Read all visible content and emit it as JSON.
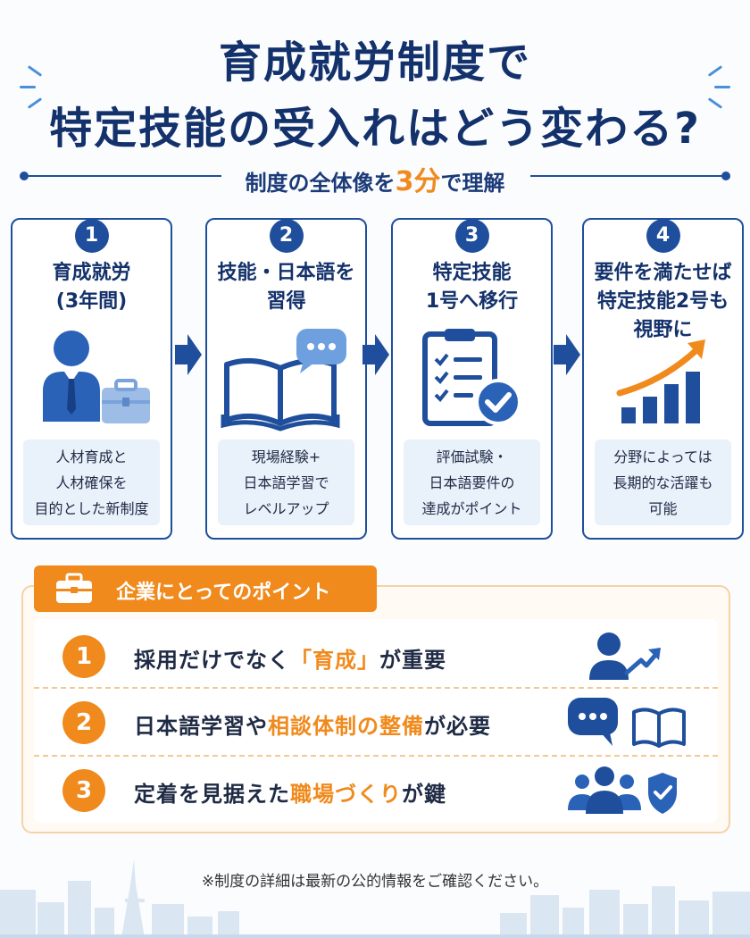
{
  "title": {
    "line1": "育成就労制度で",
    "line2": "特定技能の受入れはどう変わる?"
  },
  "subtitle": {
    "before": "制度の全体像を",
    "highlight": "3分",
    "after": "で理解"
  },
  "steps": [
    {
      "num": "1",
      "title": "育成就労\n(3年間)",
      "desc": "人材育成と\n人材確保を\n目的とした新制度",
      "icon": "worker-briefcase-icon"
    },
    {
      "num": "2",
      "title": "技能・日本語を\n習得",
      "desc": "現場経験+\n日本語学習で\nレベルアップ",
      "icon": "book-speech-icon"
    },
    {
      "num": "3",
      "title": "特定技能\n1号へ移行",
      "desc": "評価試験・\n日本語要件の\n達成がポイント",
      "icon": "clipboard-check-icon"
    },
    {
      "num": "4",
      "title": "要件を満たせば\n特定技能2号も\n視野に",
      "desc": "分野によっては\n長期的な活躍も\n可能",
      "icon": "growth-chart-icon"
    }
  ],
  "points": {
    "header": "企業にとってのポイント",
    "items": [
      {
        "num": "1",
        "before": "採用だけでなく",
        "highlight": "「育成」",
        "after": "が重要",
        "icon": "person-growth-icon"
      },
      {
        "num": "2",
        "before": "日本語学習や",
        "highlight": "相談体制の整備",
        "after": "が必要",
        "icon": "chat-book-icon"
      },
      {
        "num": "3",
        "before": "定着を見据えた",
        "highlight": "職場づくり",
        "after": "が鍵",
        "icon": "team-shield-icon"
      }
    ]
  },
  "footnote": "※制度の詳細は最新の公的情報をご確認ください。",
  "colors": {
    "navy": "#13316b",
    "primary_blue": "#1f4f9c",
    "accent_orange": "#f08a1c",
    "light_blue": "#e9f1fb"
  }
}
